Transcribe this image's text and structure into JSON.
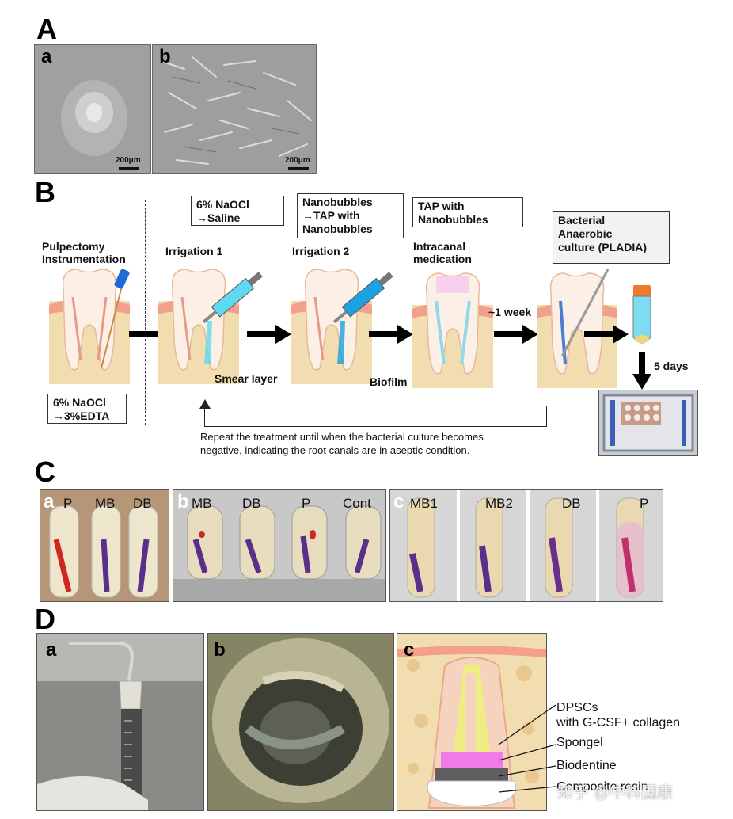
{
  "panels": {
    "A": {
      "letter": "A",
      "sub_a": "a",
      "sub_b": "b",
      "scale_a": "200μm",
      "scale_b": "200μm"
    },
    "B": {
      "letter": "B",
      "step1_title": "Pulpectomy\nInstrumentation",
      "step1_box": "6% NaOCl\n→3%EDTA",
      "step2_title": "Irrigation 1",
      "step2_box": "6% NaOCl\n→Saline",
      "step2_callout": "Smear layer",
      "step3_title": "Irrigation 2",
      "step3_box": "Nanobubbles\n→TAP with\n   Nanobubbles",
      "step3_callout": "Biofilm",
      "step4_title": "Intracanal\nmedication",
      "step4_box": "TAP with\n  Nanobubbles",
      "interval": "~1 week",
      "step5_box": "Bacterial\nAnaerobic\nculture (PLADIA)",
      "incubation": "5 days",
      "repeat_note": "Repeat the treatment until when the bacterial culture becomes\nnegative, indicating the root canals are in aseptic condition."
    },
    "C": {
      "letter": "C",
      "a": {
        "sub": "a",
        "tubes": [
          "P",
          "MB",
          "DB"
        ]
      },
      "b": {
        "sub": "b",
        "tubes": [
          "MB",
          "DB",
          "P",
          "Cont"
        ]
      },
      "c": {
        "sub": "c",
        "tubes": [
          "MB1",
          "MB2",
          "DB",
          "P"
        ]
      }
    },
    "D": {
      "letter": "D",
      "sub_a": "a",
      "sub_b": "b",
      "sub_c": "c",
      "labels": [
        "DPSCs\nwith G-CSF+ collagen",
        "Spongel",
        "Biodentine",
        "Composite resin"
      ]
    }
  },
  "watermark": "知乎 @中科国康",
  "colors": {
    "nanobubble_blue": "#1aa3e0",
    "saline_cyan": "#5fd9ef",
    "gum": "#f2a08a",
    "bone": "#f1ddb0",
    "tooth": "#fbefe6"
  }
}
